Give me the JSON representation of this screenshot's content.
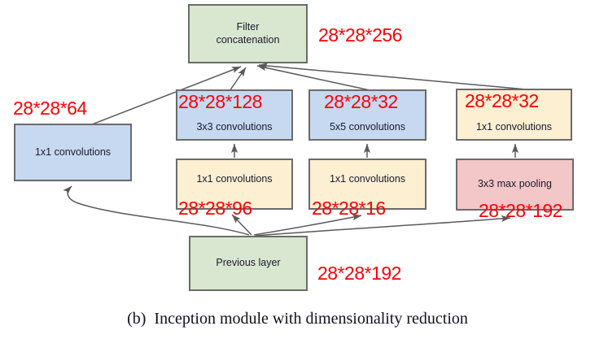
{
  "figure": {
    "caption": "(b)  Inception module with dimensionality reduction",
    "colors": {
      "dimension_text": "#fb0007",
      "node_border": "#6b6b6b",
      "edge": "#5a5a5a",
      "green_fill": "#d9e7d0",
      "blue_fill": "#c6d9f1",
      "yellow_fill": "#fcefd2",
      "pink_fill": "#f3c7c7",
      "background": "#ffffff"
    }
  },
  "nodes": {
    "filter_concat": {
      "label": "Filter\nconcatenation",
      "label_line1": "Filter",
      "label_line2": "concatenation",
      "fill": "green"
    },
    "conv1x1_left": {
      "label": "1x1 convolutions",
      "fill": "blue"
    },
    "conv3x3": {
      "label": "3x3 convolutions",
      "fill": "blue"
    },
    "conv5x5": {
      "label": "5x5 convolutions",
      "fill": "blue"
    },
    "conv1x1_right": {
      "label": "1x1 convolutions",
      "fill": "yellow"
    },
    "conv1x1_mid_a": {
      "label": "1x1 convolutions",
      "fill": "yellow"
    },
    "conv1x1_mid_b": {
      "label": "1x1 convolutions",
      "fill": "yellow"
    },
    "maxpool3x3": {
      "label": "3x3 max pooling",
      "fill": "pink"
    },
    "previous_layer": {
      "label": "Previous layer",
      "fill": "green"
    }
  },
  "dimensions": {
    "filter_concat_out": "28*28*256",
    "conv1x1_left_out": "28*28*64",
    "conv3x3_out": "28*28*128",
    "conv5x5_out": "28*28*32",
    "conv1x1_right_out": "28*28*32",
    "conv1x1_mid_a_out": "28*28*96",
    "conv1x1_mid_b_out": "28*28*16",
    "maxpool3x3_out": "28*28*192",
    "previous_layer_out": "28*28*192"
  },
  "edges": [
    {
      "from": "conv1x1_left",
      "to": "filter_concat"
    },
    {
      "from": "conv3x3",
      "to": "filter_concat"
    },
    {
      "from": "conv5x5",
      "to": "filter_concat"
    },
    {
      "from": "conv1x1_right",
      "to": "filter_concat"
    },
    {
      "from": "conv1x1_mid_a",
      "to": "conv3x3"
    },
    {
      "from": "conv1x1_mid_b",
      "to": "conv5x5"
    },
    {
      "from": "maxpool3x3",
      "to": "conv1x1_right"
    },
    {
      "from": "previous_layer",
      "to": "conv1x1_left"
    },
    {
      "from": "previous_layer",
      "to": "conv1x1_mid_a"
    },
    {
      "from": "previous_layer",
      "to": "conv1x1_mid_b"
    },
    {
      "from": "previous_layer",
      "to": "maxpool3x3"
    }
  ]
}
